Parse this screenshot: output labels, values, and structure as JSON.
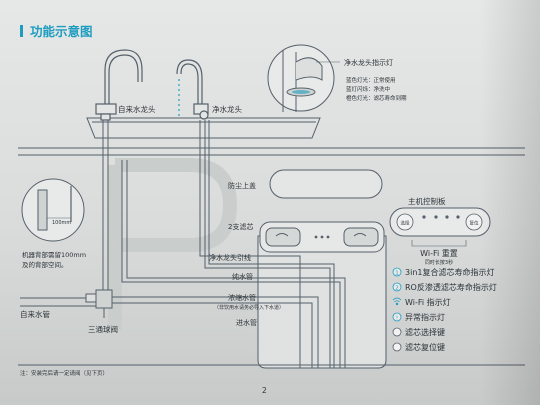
{
  "page": {
    "title": "功能示意图",
    "page_number": "2",
    "footer_note": "注：安装完后请一定请阅（见下页）"
  },
  "labels": {
    "tap_water_faucet": "自来水龙头",
    "purified_faucet": "净水龙头",
    "faucet_indicator": "净水龙头指示灯",
    "indicator_blue": "蓝色灯光：正常使用",
    "indicator_blue_flash": "蓝灯闪烁：净洗中",
    "indicator_orange": "橙色灯光：滤芯寿命到期",
    "dust_cover": "防尘上盖",
    "filter": "2支滤芯",
    "faucet_cable": "净水龙头引线",
    "pure_pipe": "纯水管",
    "waste_pipe": "浓缩水管",
    "waste_note": "（非饮用水请务必导入下水道）",
    "inlet_pipe": "进水管",
    "tap_pipe": "自来水管",
    "three_way_valve": "三通球阀",
    "space_label": "100mm",
    "space_note_1": "机器背部需留100mm",
    "space_note_2": "及的背部空间。"
  },
  "panel": {
    "title": "主机控制板",
    "btn_left": "选择",
    "btn_right": "复位",
    "wifi_reset": "Wi-Fi 重置",
    "wifi_reset_sub": "同时长按3秒",
    "legend": [
      {
        "icon": "1-icon",
        "text": "3in1复合滤芯寿命指示灯"
      },
      {
        "icon": "2-icon",
        "text": "RO反渗透滤芯寿命指示灯"
      },
      {
        "icon": "wifi-icon",
        "text": "Wi-Fi 指示灯"
      },
      {
        "icon": "warning-icon",
        "text": "异常指示灯"
      },
      {
        "icon": "select-icon",
        "text": "滤芯选择键"
      },
      {
        "icon": "reset-icon",
        "text": "滤芯复位键"
      }
    ],
    "legend_symbols": [
      "1",
      "2",
      "",
      "!",
      "",
      ""
    ]
  },
  "colors": {
    "accent": "#1e9cc0",
    "line": "#55606a",
    "text": "#2c3338"
  }
}
